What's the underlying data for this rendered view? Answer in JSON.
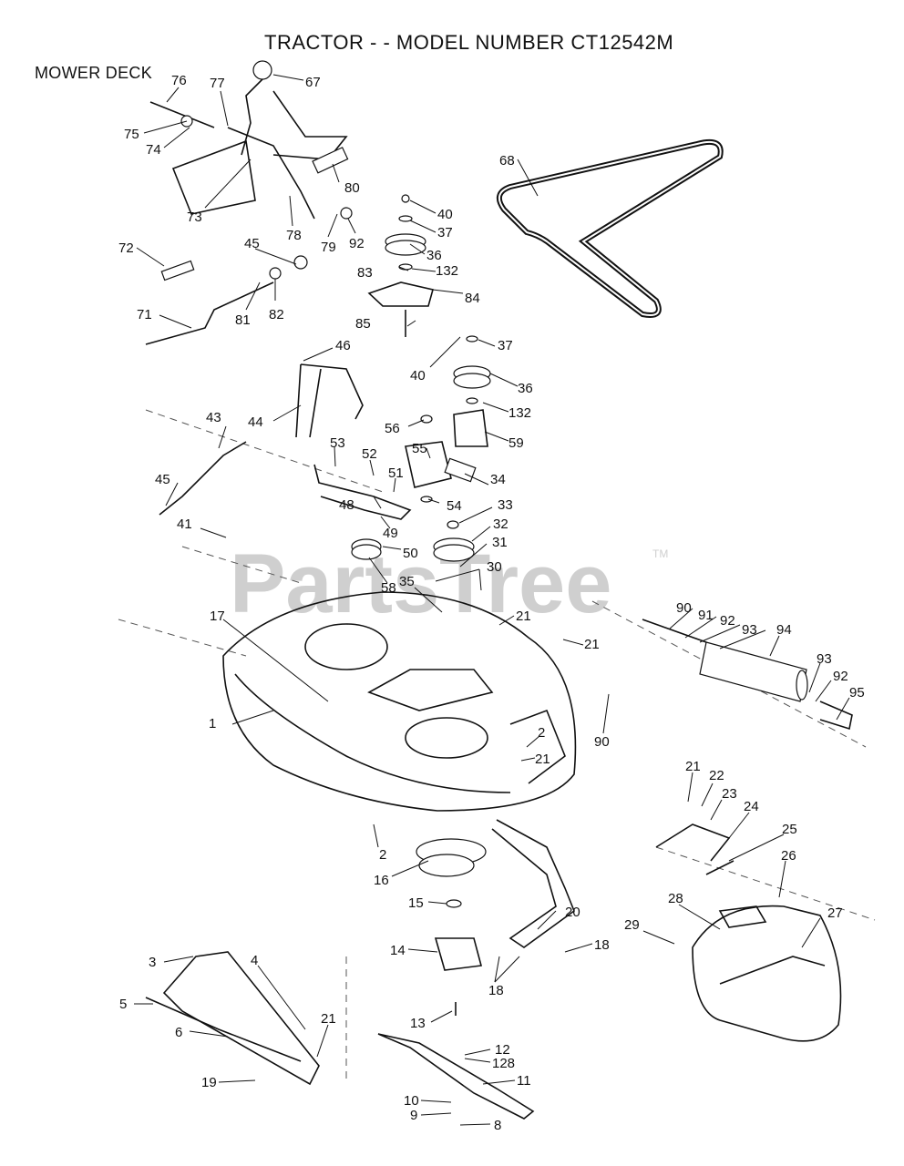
{
  "title": "TRACTOR - - MODEL NUMBER CT12542M",
  "section": "MOWER DECK",
  "watermark": "PartsTree",
  "watermark_mark": "TM",
  "callouts": {
    "c1": "1",
    "c2a": "2",
    "c2b": "2",
    "c3": "3",
    "c4": "4",
    "c5": "5",
    "c6": "6",
    "c8": "8",
    "c9": "9",
    "c10": "10",
    "c11": "11",
    "c12": "12",
    "c128": "128",
    "c13": "13",
    "c14": "14",
    "c15": "15",
    "c16": "16",
    "c17": "17",
    "c18a": "18",
    "c18b": "18",
    "c19": "19",
    "c20": "20",
    "c21a": "21",
    "c21b": "21",
    "c21c": "21",
    "c21d": "21",
    "c21e": "21",
    "c22": "22",
    "c23": "23",
    "c24": "24",
    "c25": "25",
    "c26": "26",
    "c27": "27",
    "c28": "28",
    "c29": "29",
    "c30": "30",
    "c31": "31",
    "c32": "32",
    "c33": "33",
    "c34": "34",
    "c35": "35",
    "c36a": "36",
    "c36b": "36",
    "c37a": "37",
    "c37b": "37",
    "c40a": "40",
    "c40b": "40",
    "c41": "41",
    "c43": "43",
    "c44": "44",
    "c45a": "45",
    "c45b": "45",
    "c46": "46",
    "c48": "48",
    "c49": "49",
    "c50": "50",
    "c51": "51",
    "c52": "52",
    "c53": "53",
    "c54": "54",
    "c55": "55",
    "c56": "56",
    "c58": "58",
    "c59": "59",
    "c67": "67",
    "c68": "68",
    "c71": "71",
    "c72": "72",
    "c73": "73",
    "c74": "74",
    "c75": "75",
    "c76": "76",
    "c77": "77",
    "c78": "78",
    "c79": "79",
    "c80": "80",
    "c81": "81",
    "c82": "82",
    "c83": "83",
    "c84": "84",
    "c85": "85",
    "c90a": "90",
    "c90b": "90",
    "c91": "91",
    "c92a": "92",
    "c92b": "92",
    "c92c": "92",
    "c93a": "93",
    "c93b": "93",
    "c94": "94",
    "c95": "95",
    "c132a": "132",
    "c132b": "132"
  }
}
